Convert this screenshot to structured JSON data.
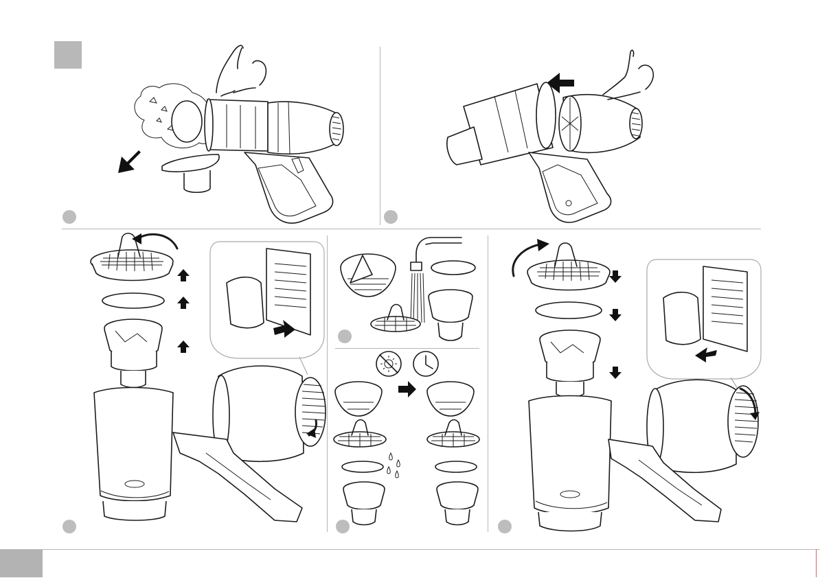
{
  "panels": [
    {
      "id": "remove-bin-empty-dust"
    },
    {
      "id": "reattach-bin"
    },
    {
      "id": "lift-out-filters"
    },
    {
      "id": "rinse-filters"
    },
    {
      "id": "dry-filters"
    },
    {
      "id": "reassemble-filters"
    }
  ],
  "icons": {
    "sun": "sun-crossed-icon",
    "clock": "clock-icon",
    "water": "water-drops-icon",
    "finger": "finger-press-icon"
  },
  "colors": {
    "tab": "#b8b8b8",
    "step_badge": "#bdbdbd",
    "divider": "#b5b5b5",
    "ink": "#1a1a1a",
    "page_edge": "#e06060"
  }
}
